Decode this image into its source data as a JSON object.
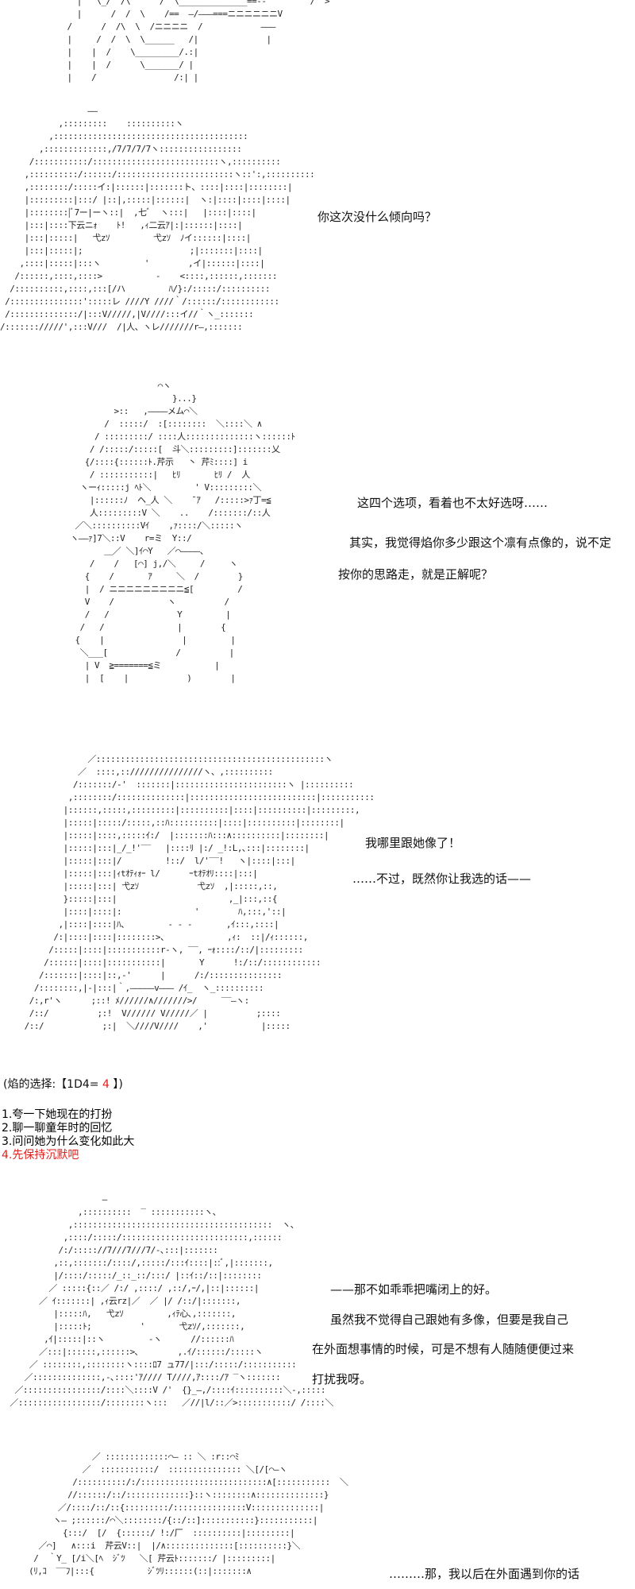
{
  "art_blocks": [
    {
      "name": "aa-arms-fragment",
      "lines": [
        "      |   \\_/  /\\      /  \\______________==--         /  >",
        "      |      /  /  \\    /==  ―/―――===ニニニニニニV",
        "    /      /  /\\  \\  /ニニニニ  /            ―――",
        "    |     /  /  \\  \\______   /|              |",
        "    |    |  /    \\_________/.:|",
        "    |    |  /      \\_______/ |",
        "    |    /                /:| |"
      ]
    },
    {
      "name": "aa-homura-face-1",
      "lines": [
        "                  ――",
        "            ,:::::::::    ::::::::::ヽ",
        "          ,::::::::::::::::::::::::::::::::::::::::",
        "        ,:::::::::::::,/7/7/7/7ヽ:::::::::::::::::",
        "      /:::::::::::/::::::::::::::::::::::::::ヽ,::::::::::",
        "     ,::::::::::/::::::/::::::::::::::::::::::::ヽ::':,::::::::::",
        "     ,::::::::/:::::イ:|::::::|:::::::ト、::::|::::|::::::::|",
        "     |:::::::::|:::/ |::|,:::::|::::::|  ヽ:|::::|::::|::::|",
        "     |::::::::|ﾞ7ー|ーヽ::|  ,七ﾞ  ヽ:::|   |::::|::::|",
        "     |:::|::::下云ニｫ    ﾄ!   ,ｨ二云ｱ|:|::::::|::::|",
        "     |:::|:::::|   弋zｿ         弋zｿ  ﾉイ::::::|::::|",
        "     |:::|:::::|;                      ;|:::::::|::::|",
        "    ,::::|:::::|:::ヽ         '        ,イ|::::::|::::|",
        "   /::::::,::::,::::>           ‐    <::::,::::::,:::::::",
        "  /::::::::::,::::,:::[/ハ         ﾊ/}:/:::::/::::::::::",
        " /:::::::::::::::':::::レ ////Y ////｀/::::::/::::::::::::",
        " /::::::::::::::/|:::V/////,|V////:::イ//｀ヽ_:::::::",
        "/::::::://///',:::V///  /|人、ヽレ///////r―,:::::::"
      ]
    },
    {
      "name": "aa-kyoko",
      "lines": [
        "                     ⌒ヽ",
        "                        }...}",
        "            >::   ,――――メム⌒＼",
        "          /  :::::/  :[::::::::  ＼::::＼ ∧",
        "        / :::::::::/ ::::人::::::::::::::ヽ::::::ﾄ",
        "       / /:::::/:::::[  斗＼:::::::::]:::::::乂",
        "      {/::::{::::::ﾄ.芹示   丶 芹ﾐ::::] i",
        "       / :::::::::::|   ﾋﾘ       ﾋﾘ /  人",
        "     ヽーｨ:::::j ﾍﾄ＼         ' V:::::::::＼",
        "       |::::::ﾉ  ヘ_人 ＼    ¯ｱ   /:::::>ｧ丁=≦",
        "       人:::::::::V ＼    ..    /:::::::/::人",
        "    ／＼::::::::::Vｲ    ,ｧ::::/＼:::::ヽ",
        "   ヽ――ｧ]7＼::V    r=ミ  Y::/",
        "          ＿／ ＼]ｲ⌒Y   ／⌒――――、",
        "       /    /   [⌒] j,/＼     /     ヽ",
        "      {    /       ｱ     ＼  /        }",
        "      |  / ニニニニニニニニニ≦[         /",
        "      V    /           ヽ          /",
        "      /   /              Y         |",
        "     /   /               |        {",
        "    {    |                |         |",
        "     ＼___[              /          |",
        "      | V  ≧=======≦ミ           |",
        "      |  [    |            )        |"
      ]
    },
    {
      "name": "aa-homura-face-2",
      "lines": [
        "                  ／:::::::::::::::::::::::::::::::::::::::::::::::ヽ",
        "                ／  ::::,::///////////////ヽ、,::::::::::",
        "               /:::::::/‐'  :::::::|:::::::::::::::::::::::ヽ |::::::::::",
        "              ,::::::::/::::::::::::::|::::::::::::::::::::::::::|:::::::::::",
        "             |::::::,:::::,:::::::::|::::::::::|::::|::::::::::|:::::::::,",
        "             |:::::|:::::/:::::,::ﾊ::::::::::|::::|::::::::::|::::::::|",
        "             |:::::|::::,:::::ｲ:/  |:::::::ﾊ:::∧::::::::::|::::::::|",
        "             |:::::|:::|_/_!'‾‾   |::::ﾘ |:/ _!:L,､:::|::::::::|",
        "             |:::::|:::|/         !::/  l/'‾‾!   ヽ|::::|:::|",
        "             |:::::|:::|ｨtｵﾃｨｫｰ l/      ｰtｵﾃｵﾘ::::|:::|",
        "             |:::::|:::| 弋zｿ            弋zｿ  ,|:::::,::,",
        "             }:::::|:::|                       ,_|:::,::{",
        "             |::::|::::|:               '        ﾊ,:::,'::|",
        "            ,|::::|::::|ﾊ、        - - -       ,ｲ:::,::::|",
        "           /:|::::|::::|::::::::>、            ,ｨ:  ::|/ｨ::::::,",
        "          /:::::|::::|:::::::::::r-ヽ, ‾‾, ｰｫ::::/::/|:::::::::",
        "         /::::::|::::|:::::::::::|       Y      !:/::/::::::::::::",
        "        /:::::::|::::|::,‐'      |      /:/:::::::::::::::",
        "       /::::::::,|‐|:::|｀,―――――v――― /ｲ_  ヽ_::::::::::",
        "      /:,r'ヽ      ;::! ﾒ//////∧///////>/     ‾‾―ヽ:",
        "      /::/          ;:!  V////// V/////／ |          ;::::",
        "     /::/            ;:|  ＼////V////    ,'           |:::::"
      ]
    },
    {
      "name": "aa-homura-face-3",
      "lines": [
        "                     ―",
        "                ,::::::::::  ‾ :::::::::::ヽ、",
        "              ,:::::::::::::::::::::::::::::::::::::::::  ヽ、",
        "             ,::::/:::::/::::::::::::::::::::::::::,::::::",
        "            /:/::::://7///7///7/‐､:::|:::::::",
        "           ,::,:::::::/::::/,:::::/:::ｲ::::|::ﾞ,|:::::::,",
        "           |/::::/:::::/_::_::/:::/ |::ｲ::/::|::::::::",
        "          ／ :::::{::／ /:/ ,::::/ ,::/,ｰ/,|::|::::::|",
        "        ／ ｲ:::::::| ,ｨ云rz|／  ／ |/ /::/|:::::::,",
        "           |:::::ﾊ,   弋zｿ         ,ｨﾃ心､,:::::::,",
        "           |:::::ﾄ;          '       弋zｿ/,:::::::,",
        "         ,ｲ|:::::|::ヽ         ‐ヽ      //::::::ﾊ",
        "        ／:::|::::::,::::::>､        ,.ｲ/::::::/:::::ヽ",
        "      ／ ::::::::,::::::::ヽ::::ﾛ7 ュ77/|:::/:::::/:::::::::::",
        "     ／::::::::::::::,‐､::::'ｱ//// T////,ｱ::::/ｱ ‾ヽ:::::::",
        "   ／::::::::::::::::/::::＼::::V /'  {}_―,/::::ｲ::::::::::＼‐,:::::",
        "  ／:::::::::::::::::/::::::::ヽ:::   ／//|l/::／>:::::::::::/ /::::＼"
      ]
    },
    {
      "name": "aa-kyoko-2",
      "lines": [
        "              ／ :::::::::::::⌒― :: ＼ :r::⌒ﾐ",
        "            ／  :::::::::::/  ::::::::::::::: ＼[/[⌒―ヽ",
        "          /::::::::::/:/::::::::::::::::::::::::::∧[:::::::::::  ＼",
        "         //::::::/::/:::::::::::::}::ヽ::::::::∧::::::::::::::}",
        "       ／/::::/::/::{:::::::::/:::::::::::::::V::::::::::::::|",
        "      ヽ― ;::::::/⌒＼::::::::/{::/::]:::::::::::}:::::::::::|",
        "        {:::/  [/  {::::::/ !:/厂  ::::::::::|:::::::::|",
        "   ／⌒]   ∧:::i  芹云V::|  |/∧::::::::::::::[::::::::::}＼",
        "  /  ｀Y_ [/i＼[ﾍ  ｼﾞﾂ   ＼[ 芹云ﾄ:::::::/ |:::::::::|",
        " (ﾘ,ｺ  ‾‾ﾌ|:::{           ｼﾞﾂﾘ::::::(::|:::::::∧"
      ]
    }
  ],
  "dialogue": {
    "q1": "你这次没什么倾向吗？",
    "k1": "这四个选项，看着也不太好选呀……",
    "k2a": "其实，我觉得焰你多少跟这个凛有点像的，说不定",
    "k2b": "按你的思路走，就是正解呢？",
    "h1": "我哪里跟她像了！",
    "h2": "……不过，既然你让我选的话——",
    "h3": "——那不如乖乖把嘴闭上的好。",
    "h4a": "虽然我不觉得自己跟她有多像，但要是我自己",
    "h4b": "在外面想事情的时候，可是不想有人随随便便过来",
    "h4c": "打扰我呀。",
    "k3": "………那，我以后在外面遇到你的话"
  },
  "choice": {
    "prefix": "(焰的选择:【1D4= ",
    "result": "4",
    "suffix": " 】)",
    "options": [
      "1.夸一下她现在的打扮",
      "2.聊一聊童年时的回忆",
      "3.问问她为什么变化如此大",
      "4.先保持沉默吧"
    ],
    "selected_index": 3,
    "highlight_color": "#e0201c"
  }
}
